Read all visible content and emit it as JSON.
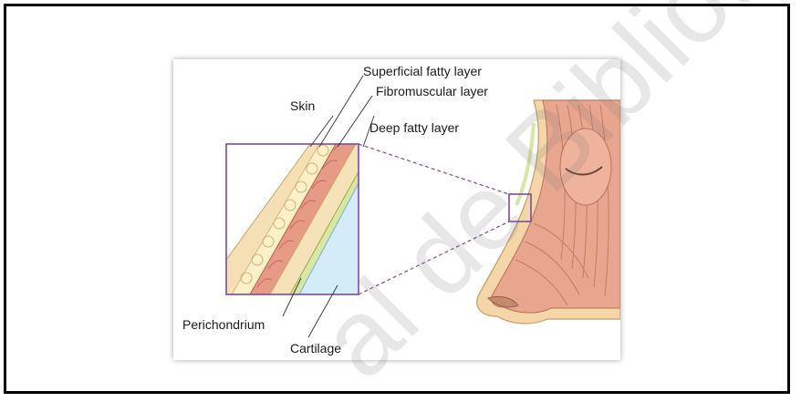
{
  "labels": {
    "superficial": "Superficial fatty layer",
    "fibromuscular": "Fibromuscular layer",
    "deep": "Deep fatty layer",
    "skin": "Skin",
    "perichondrium": "Perichondrium",
    "cartilage": "Cartilage"
  },
  "watermark": "al de Biblioteca",
  "colors": {
    "skin": "#f5dfb4",
    "fat": "#fbf0c8",
    "muscle": "#e79b87",
    "deep_fat": "#f6e2b9",
    "perichondrium": "#d8e7a3",
    "cartilage": "#d3ecf7",
    "box": "#7b4aa3"
  }
}
